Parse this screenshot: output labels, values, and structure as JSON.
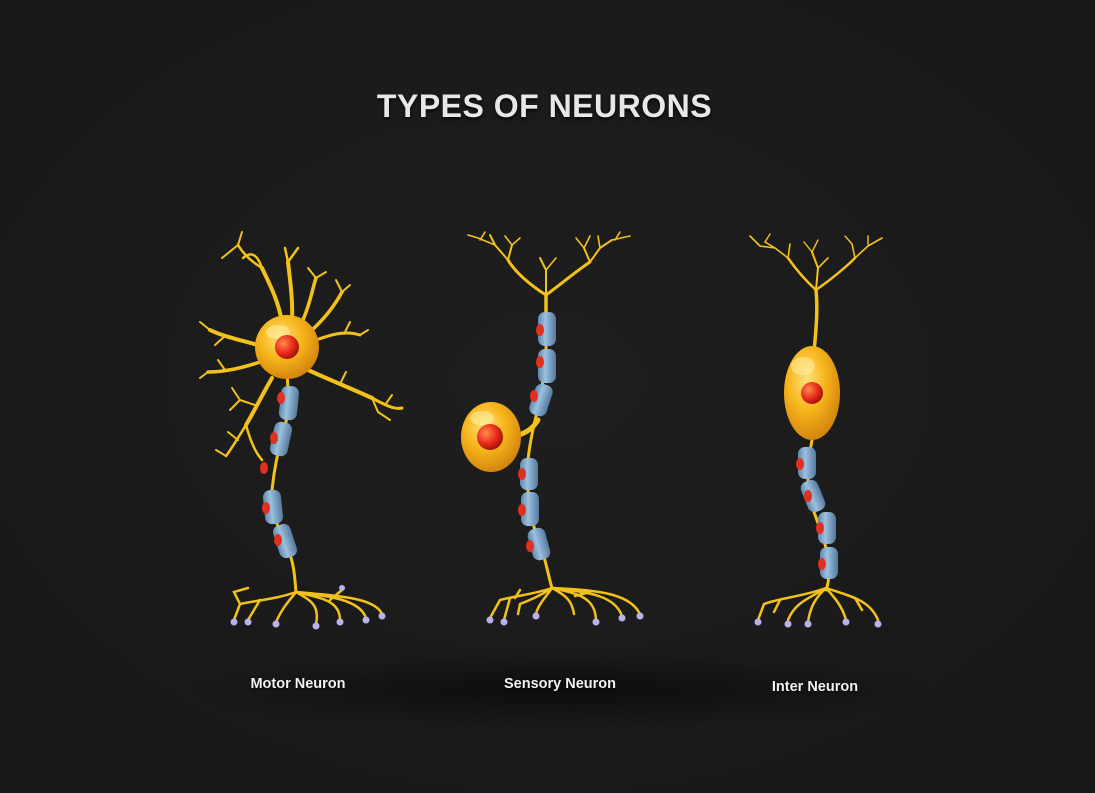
{
  "title": "TYPES OF NEURONS",
  "neurons": [
    {
      "id": "motor",
      "label": "Motor Neuron"
    },
    {
      "id": "sensory",
      "label": "Sensory Neuron"
    },
    {
      "id": "inter",
      "label": "Inter Neuron"
    }
  ],
  "colors": {
    "background": "#1c1c1c",
    "dendrite": "#f2c21a",
    "soma": "#f5a70f",
    "nucleus": "#e8281a",
    "myelin": "#7fa8c8",
    "node": "#e03020",
    "terminal_bulb": "#b7b3ea"
  }
}
